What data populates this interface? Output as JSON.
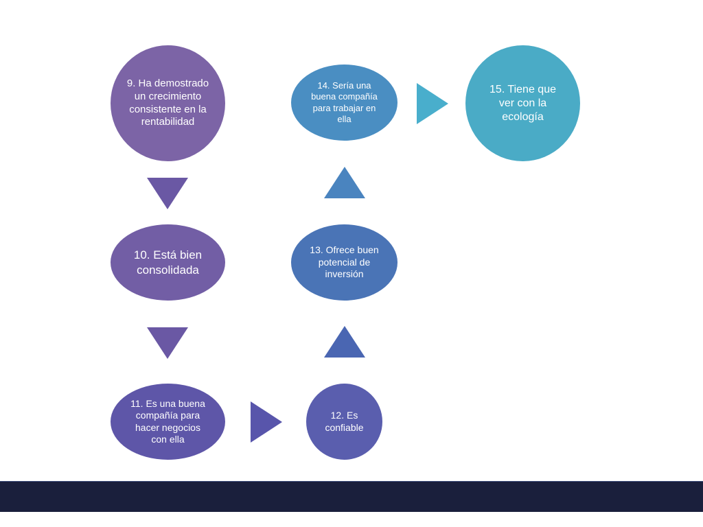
{
  "colors": {
    "step9": "#7c64a6",
    "step10": "#725ea5",
    "step11": "#5e56a8",
    "step12": "#5a5eae",
    "step13": "#4a74b6",
    "step14": "#4a8ec2",
    "step15": "#4aabc6",
    "arrow_down": "#6a58a4",
    "arrow_up_lower": "#4a66b2",
    "arrow_up_upper": "#4a84bf",
    "arrow_right_lower": "#5855ab",
    "arrow_right_upper": "#49aecc",
    "footer": "#1a1f3c"
  },
  "steps": [
    {
      "label": "9. Ha demostrado un crecimiento consistente en la rentabilidad"
    },
    {
      "label": "10. Está bien consolidada"
    },
    {
      "label": "11. Es una buena compañía para hacer negocios con ella"
    },
    {
      "label": "12. Es confiable"
    },
    {
      "label": "13. Ofrece buen potencial de inversión"
    },
    {
      "label": "14. Sería una buena compañía para trabajar en ella"
    },
    {
      "label": "15. Tiene que ver con la ecología"
    }
  ]
}
